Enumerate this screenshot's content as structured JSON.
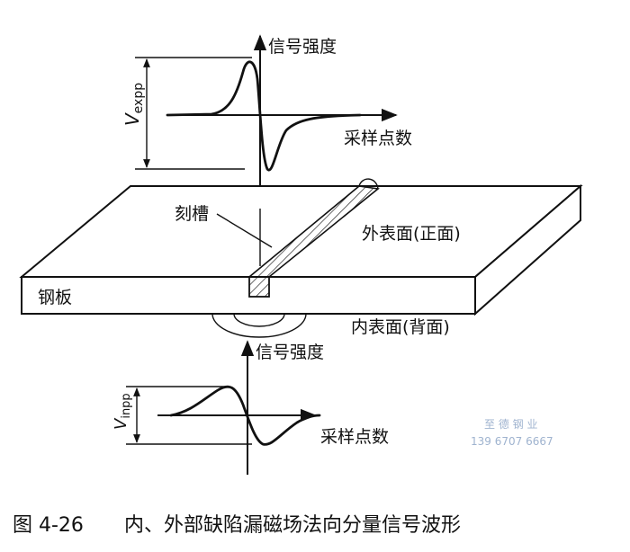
{
  "top_plot": {
    "ylabel": "信号强度",
    "xlabel": "采样点数",
    "amp_V": "V",
    "amp_sub": "expp"
  },
  "plate": {
    "notch_label": "刻槽",
    "outer_label": "外表面(正面)",
    "inner_label": "内表面(背面)",
    "plate_label": "钢板"
  },
  "bottom_plot": {
    "ylabel": "信号强度",
    "xlabel": "采样点数",
    "amp_V": "V",
    "amp_sub": "inpp"
  },
  "watermark": {
    "name": "至 德 钢 业",
    "phone": "139 6707 6667",
    "color": "#9fb3cf"
  },
  "caption": {
    "number": "图 4-26",
    "text": "内、外部缺陷漏磁场法向分量信号波形"
  }
}
